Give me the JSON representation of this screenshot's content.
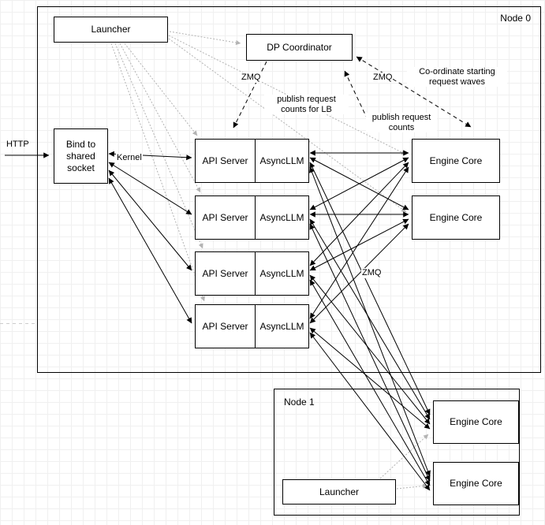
{
  "diagram": {
    "node0": {
      "title": "Node 0",
      "launcher": "Launcher",
      "dp_coordinator": "DP Coordinator",
      "bind_socket": "Bind to shared socket",
      "api_rows": [
        {
          "api": "API Server",
          "llm": "AsyncLLM"
        },
        {
          "api": "API Server",
          "llm": "AsyncLLM"
        },
        {
          "api": "API Server",
          "llm": "AsyncLLM"
        },
        {
          "api": "API Server",
          "llm": "AsyncLLM"
        }
      ],
      "engine_cores": [
        "Engine Core",
        "Engine Core"
      ]
    },
    "node1": {
      "title": "Node 1",
      "launcher": "Launcher",
      "engine_cores": [
        "Engine Core",
        "Engine Core"
      ]
    },
    "annotations": {
      "http": "HTTP",
      "kernel": "Kernel",
      "zmq": "ZMQ",
      "publish_lb": "publish request counts for LB",
      "publish_counts": "publish request counts",
      "coordinate_waves": "Co-ordinate starting request waves"
    },
    "colors": {
      "line": "#000000",
      "spawn_line": "#b3b3b3",
      "grid": "#f0f0f0",
      "page_break": "#cccccc"
    }
  }
}
